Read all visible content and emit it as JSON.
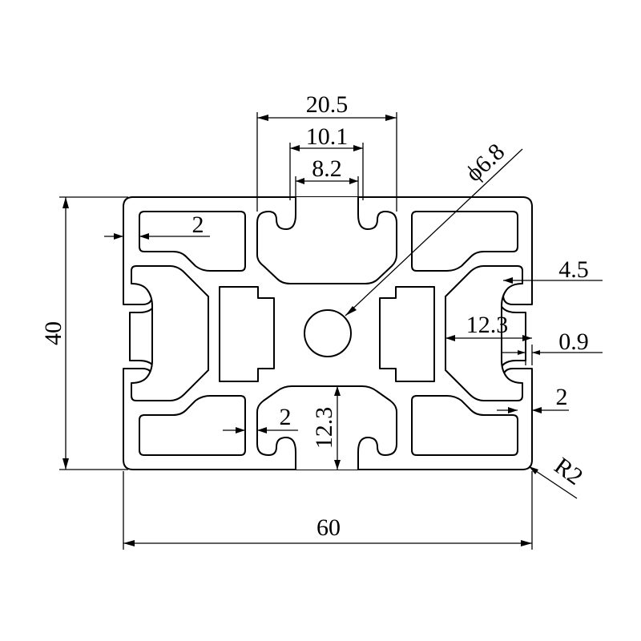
{
  "drawing": {
    "subject": "60x40 aluminum extrusion profile cross-section",
    "line_color": "#000000",
    "background": "#ffffff"
  },
  "dimensions": {
    "overall_width": "60",
    "overall_height": "40",
    "slot_outer_width": "20.5",
    "slot_mid_width": "10.1",
    "slot_opening": "8.2",
    "center_hole": "ϕ6.8",
    "wall_left_top": "2",
    "slot_depth_right": "4.5",
    "web_span": "12.3",
    "lip_thickness": "0.9",
    "wall_right": "2",
    "wall_bottom_center": "2",
    "slot_height_bottom": "12.3",
    "corner_radius": "R2"
  }
}
